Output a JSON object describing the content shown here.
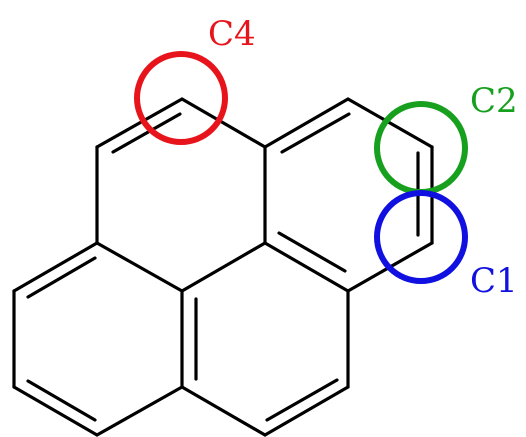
{
  "labels": {
    "c4": "C4",
    "c2": "C2",
    "c1": "C1"
  },
  "colors": {
    "c4": "#e8141c",
    "c2": "#17a01e",
    "c1": "#1010e0",
    "bond": "#000000"
  }
}
